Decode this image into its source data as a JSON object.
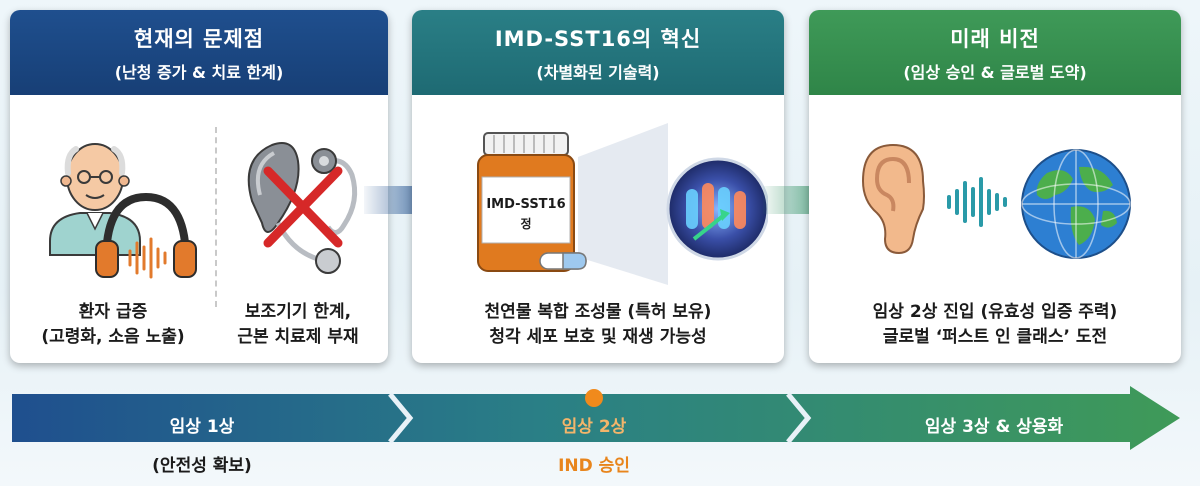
{
  "panels": [
    {
      "title": "현재의 문제점",
      "subtitle": "(난청 증가 & 치료 한계)",
      "captions": [
        {
          "line1": "환자 급증",
          "line2": "(고령화, 소음 노출)"
        },
        {
          "line1": "보조기기 한계,",
          "line2": "근본 치료제 부재"
        }
      ]
    },
    {
      "title": "IMD-SST16의 혁신",
      "subtitle": "(차별화된 기술력)",
      "bottle_label": "IMD-SST16",
      "bottle_sub": "정",
      "captions": [
        {
          "line1": "천연물 복합 조성물 (특허 보유)",
          "line2": "청각 세포 보호 및 재생 가능성"
        }
      ]
    },
    {
      "title": "미래 비전",
      "subtitle": "(임상 승인 & 글로벌 도약)",
      "captions": [
        {
          "line1": "임상 2상 진입 (유효성 입증 주력)",
          "line2": "글로벌 ‘퍼스트 인 클래스’ 도전"
        }
      ]
    }
  ],
  "timeline": {
    "phases": [
      {
        "label": "임상 1상",
        "note": "(안전성 확보)"
      },
      {
        "label": "임상 2상",
        "note": "IND 승인"
      },
      {
        "label": "임상 3상 & 상용화",
        "note": ""
      }
    ]
  },
  "colors": {
    "blue": "#1f4f8e",
    "teal": "#2a7f86",
    "green": "#3f9a58",
    "milestone": "#f08a1c"
  }
}
